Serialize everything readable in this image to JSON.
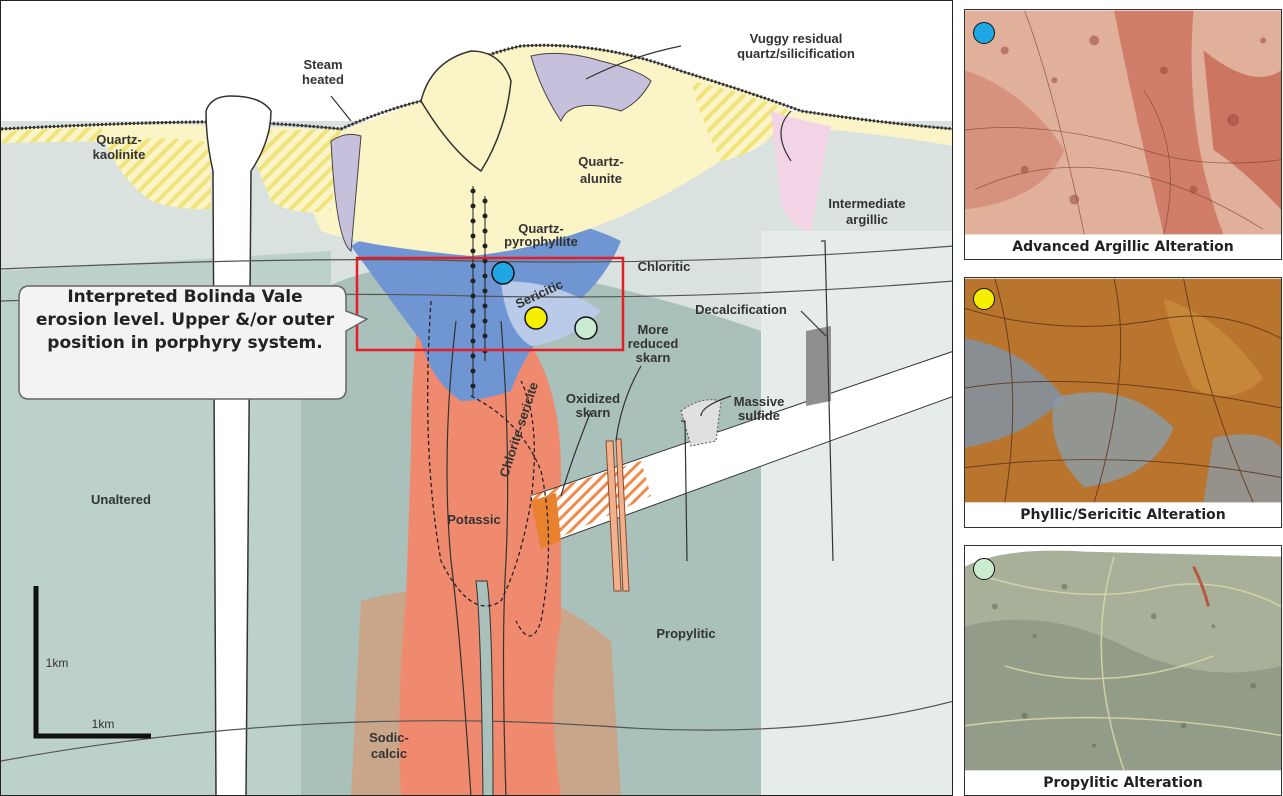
{
  "colors": {
    "advanced": "#1ea7e4",
    "phyllic": "#f5ee00",
    "propylitic": "#c9ecd0",
    "erosion_box": "#e41e26"
  },
  "diagram": {
    "labels": {
      "vuggy_line1": "Vuggy residual",
      "vuggy_line2": "quartz/silicification",
      "steam_line1": "Steam",
      "steam_line2": "heated",
      "qk_line1": "Quartz-",
      "qk_line2": "kaolinite",
      "qa_line1": "Quartz-",
      "qa_line2": "alunite",
      "ia_line1": "Intermediate",
      "ia_line2": "argillic",
      "qp_line1": "Quartz-",
      "qp_line2": "pyrophyllite",
      "chloritic": "Chloritic",
      "sericitic": "Sericitic",
      "decalcification": "Decalcification",
      "mrs_line1": "More",
      "mrs_line2": "reduced",
      "mrs_line3": "skarn",
      "os_line1": "Oxidized",
      "os_line2": "skarn",
      "ms_line1": "Massive",
      "ms_line2": "sulfide",
      "chlorite_sericite": "Chlorite-sericite",
      "unaltered": "Unaltered",
      "potassic": "Potassic",
      "propylitic": "Propylitic",
      "sc_line1": "Sodic-",
      "sc_line2": "calcic",
      "scale_v": "1km",
      "scale_h": "1km"
    },
    "callout": "Interpreted Bolinda Vale erosion level. Upper &/or outer position in porphyry system."
  },
  "panels": [
    {
      "caption": "Advanced Argillic Alteration",
      "dot_color": "#1ea7e4",
      "texture": "advanced-argillic-rock-photo"
    },
    {
      "caption": "Phyllic/Sericitic Alteration",
      "dot_color": "#f5ee00",
      "texture": "phyllic-rock-photo"
    },
    {
      "caption": "Propylitic Alteration",
      "dot_color": "#c9ecd0",
      "texture": "propylitic-rock-photo"
    }
  ]
}
